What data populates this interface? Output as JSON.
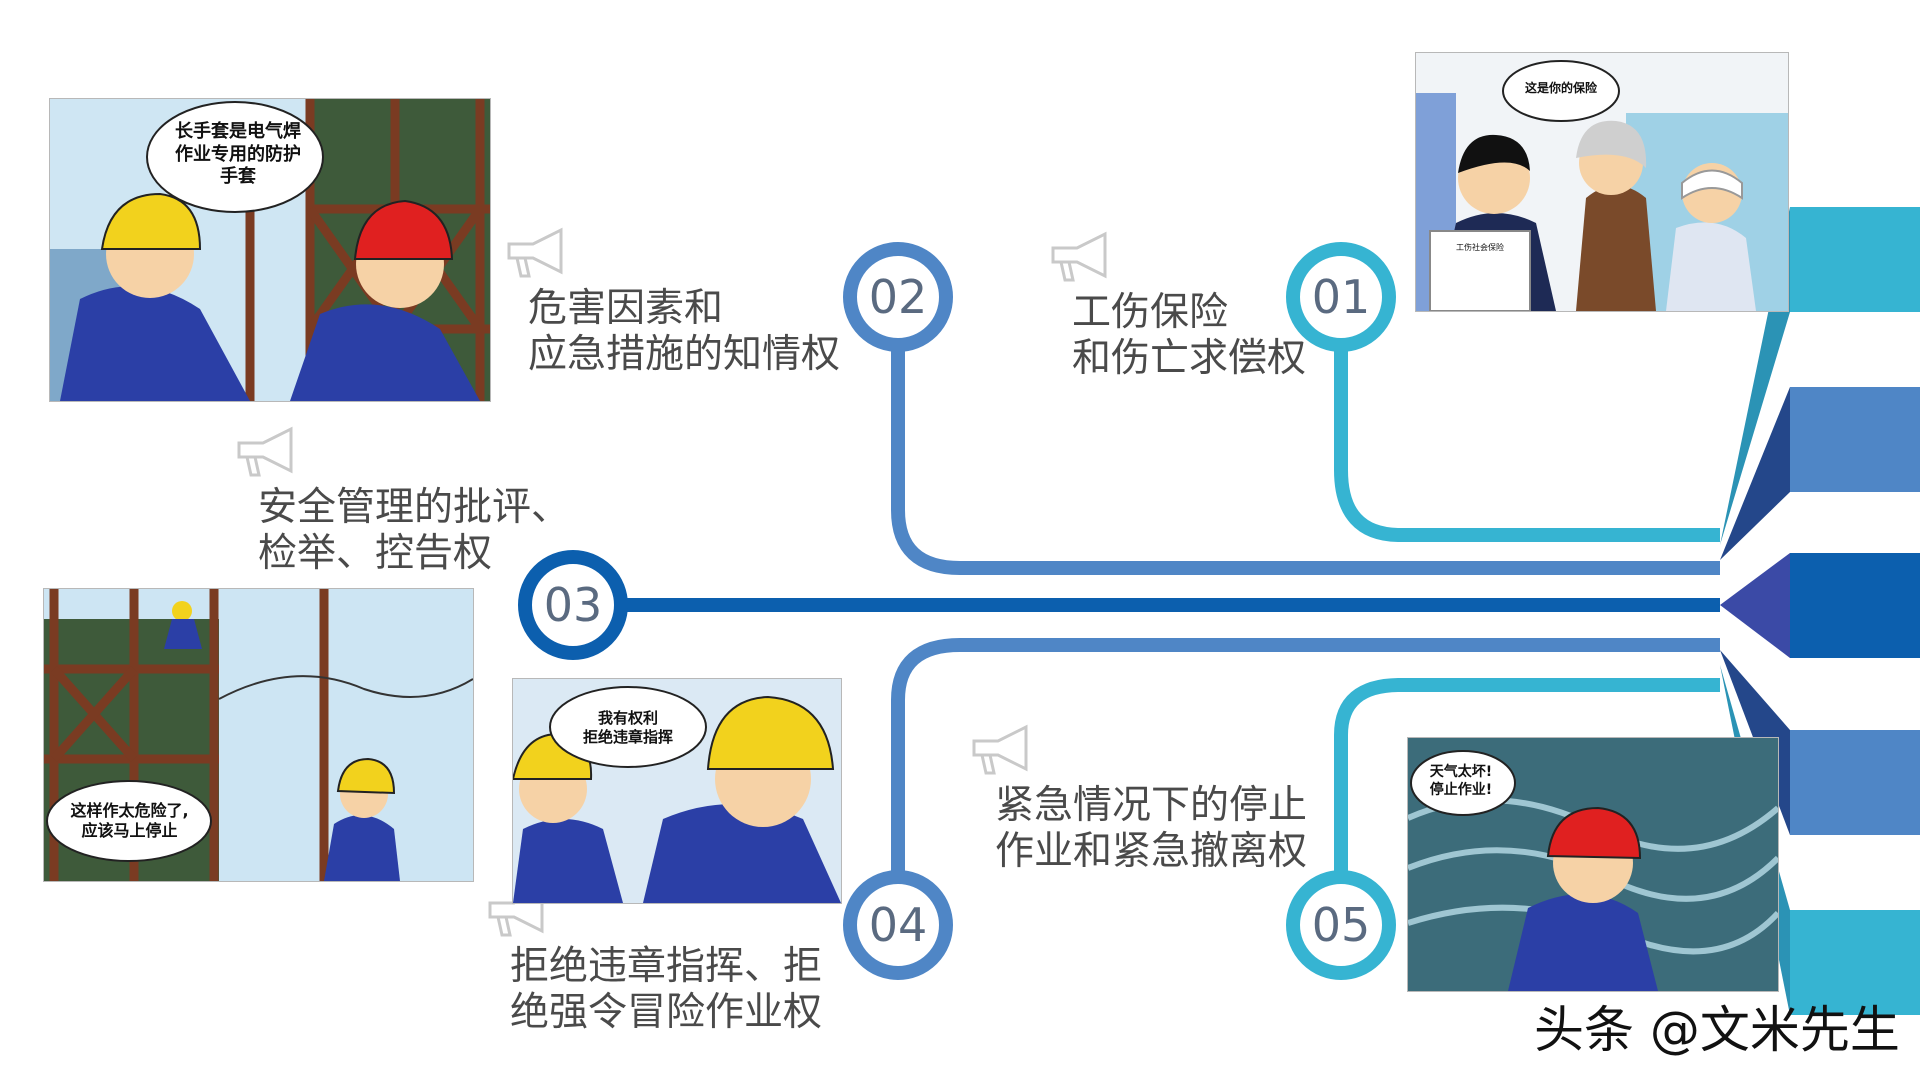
{
  "items": [
    {
      "number": "01",
      "lines": [
        "工伤保险",
        "和伤亡求偿权"
      ],
      "color": "#36b4d2"
    },
    {
      "number": "02",
      "lines": [
        "危害因素和",
        "应急措施的知情权"
      ],
      "color": "#4f86c6"
    },
    {
      "number": "03",
      "lines": [
        "安全管理的批评、",
        "检举、控告权"
      ],
      "color": "#0c5fae"
    },
    {
      "number": "04",
      "lines": [
        "拒绝违章指挥、拒",
        "绝强令冒险作业权"
      ],
      "color": "#4f86c6"
    },
    {
      "number": "05",
      "lines": [
        "紧急情况下的停止",
        "作业和紧急撤离权"
      ],
      "color": "#36b4d2"
    }
  ],
  "comics": {
    "top_left_bubble": [
      "长手套是电气焊",
      "作业专用的防护",
      "手套"
    ],
    "top_right_bubble": "这是你的保险",
    "top_right_doc": "工伤社会保险",
    "mid_left_bubble": [
      "这样作太危险了,",
      "应该马上停止"
    ],
    "mid_bubble": [
      "我有权利",
      "拒绝违章指挥"
    ],
    "bottom_right_bubble": [
      "天气太坏!",
      "停止作业!"
    ]
  },
  "watermark": "头条 @文米先生",
  "icons": [
    "megaphone-icon"
  ]
}
